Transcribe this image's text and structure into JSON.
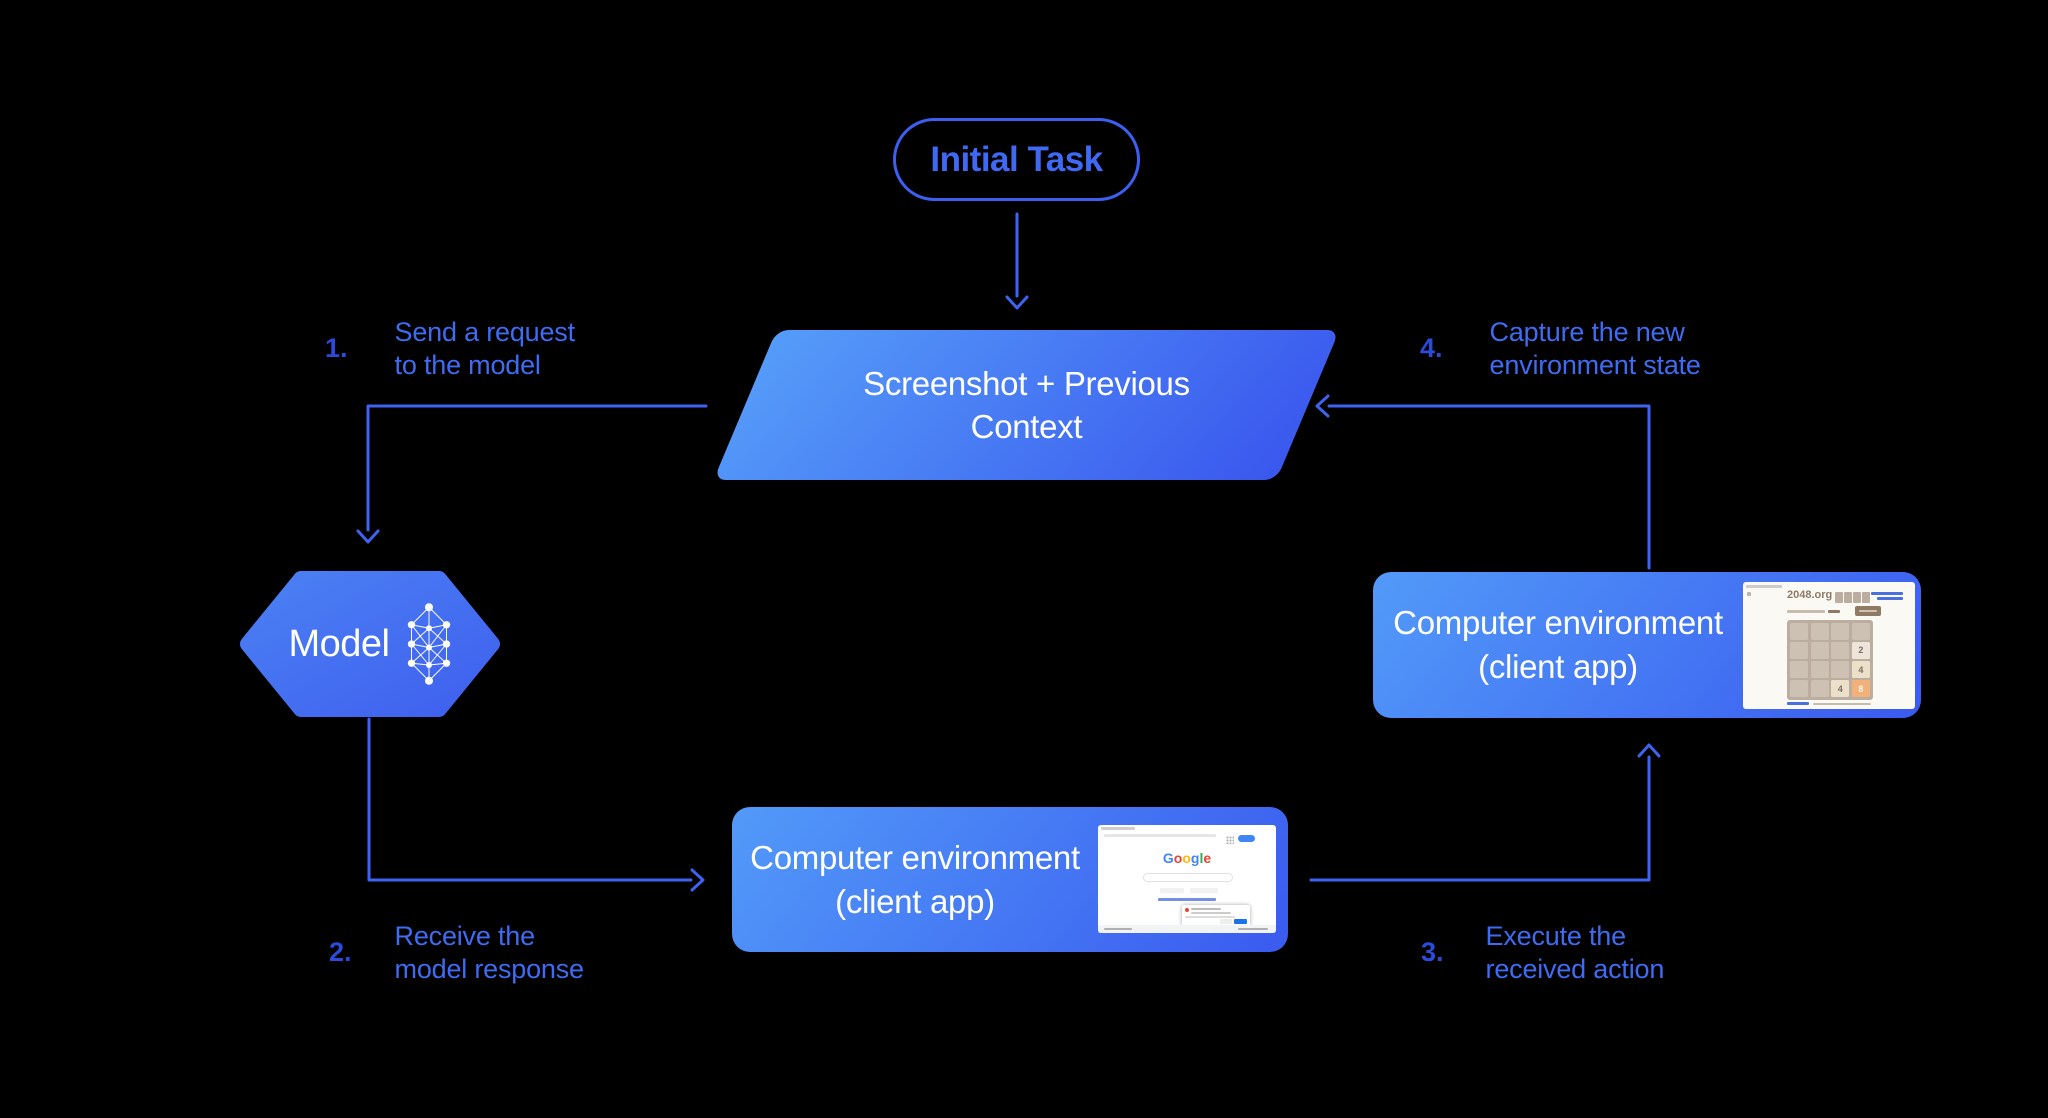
{
  "canvas": {
    "background": "#000000"
  },
  "colors": {
    "arrow": "#3E63F0",
    "step_number": "#2B4BDC",
    "step_text": "#3E6BF2",
    "pill_border": "#3C5FF1",
    "pill_text": "#3F69F4",
    "shape_gradient_light": "#529AF9",
    "shape_gradient_dark": "#3A5AEF",
    "node_text": "#FFFFFF"
  },
  "nodes": {
    "initial_task": {
      "label": "Initial Task"
    },
    "screenshot_context": {
      "line1": "Screenshot + Previous",
      "line2": "Context"
    },
    "model": {
      "label": "Model",
      "icon": "neural-network-icon"
    },
    "env_bottom": {
      "line1": "Computer environment",
      "line2": "(client app)",
      "thumbnail": "google-homepage-thumbnail"
    },
    "env_right": {
      "line1": "Computer environment",
      "line2": "(client app)",
      "thumbnail": "2048-game-thumbnail"
    }
  },
  "steps": [
    {
      "number": "1.",
      "line1": "Send a request",
      "line2": "to the model"
    },
    {
      "number": "2.",
      "line1": "Receive the",
      "line2": "model response"
    },
    {
      "number": "3.",
      "line1": "Execute the",
      "line2": "received action"
    },
    {
      "number": "4.",
      "line1": "Capture the new",
      "line2": "environment state"
    }
  ],
  "thumbnails": {
    "google": {
      "letters": [
        {
          "ch": "G",
          "color": "#4285F4"
        },
        {
          "ch": "o",
          "color": "#EA4335"
        },
        {
          "ch": "o",
          "color": "#FBBC05"
        },
        {
          "ch": "g",
          "color": "#4285F4"
        },
        {
          "ch": "l",
          "color": "#34A853"
        },
        {
          "ch": "e",
          "color": "#EA4335"
        }
      ],
      "signin_button_color": "#4285F4",
      "dialog_button_color": "#1A73E8"
    },
    "game": {
      "title": "2048.org",
      "grid": [
        [
          null,
          null,
          null,
          null
        ],
        [
          null,
          null,
          null,
          "2"
        ],
        [
          null,
          null,
          null,
          "4"
        ],
        [
          null,
          null,
          "4",
          "8"
        ]
      ],
      "board_bg": "#BBADA0",
      "cell_bg": "#CDC1B4",
      "tile_bg": {
        "2": "#EEE4DA",
        "4": "#EDE0C8",
        "8": "#F2B179"
      },
      "tile_fg": {
        "2": "#776E65",
        "4": "#776E65",
        "8": "#F9F6F2"
      },
      "button_color": "#8F7A66"
    }
  }
}
